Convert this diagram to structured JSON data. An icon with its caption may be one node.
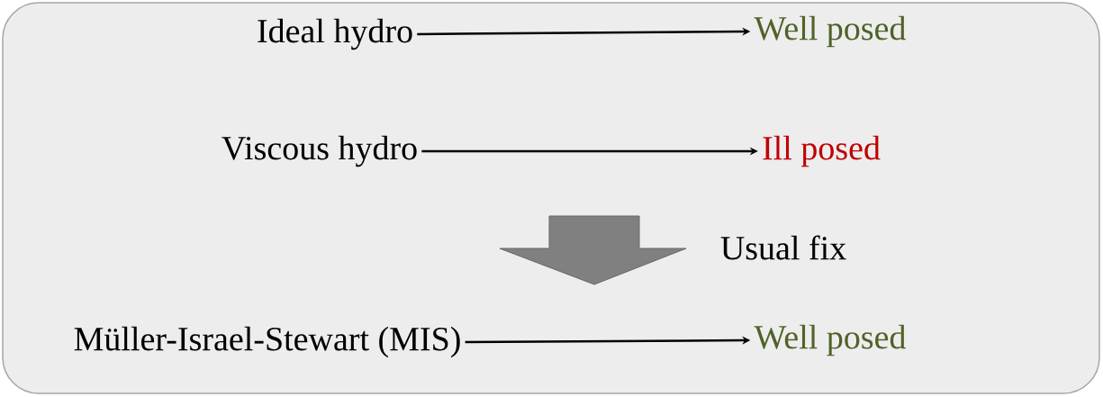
{
  "diagram": {
    "nodes": [
      {
        "text": [
          "Ideal hydro"
        ]
      },
      {
        "text": [
          "Well posed"
        ]
      },
      {
        "text": [
          "Viscous hydro"
        ]
      },
      {
        "text": [
          "Ill posed"
        ]
      },
      {
        "text": [
          "Müller-Israel-Stewart (MIS)"
        ]
      },
      {
        "text": [
          "Well posed"
        ]
      }
    ],
    "edges": [
      {
        "from": 0,
        "to": 1,
        "arrow": "to"
      },
      {
        "from": 2,
        "to": 3,
        "arrow": "to"
      },
      {
        "from": 4,
        "to": 5,
        "arrow": "to"
      }
    ],
    "labels": [
      "Usual fix"
    ]
  }
}
